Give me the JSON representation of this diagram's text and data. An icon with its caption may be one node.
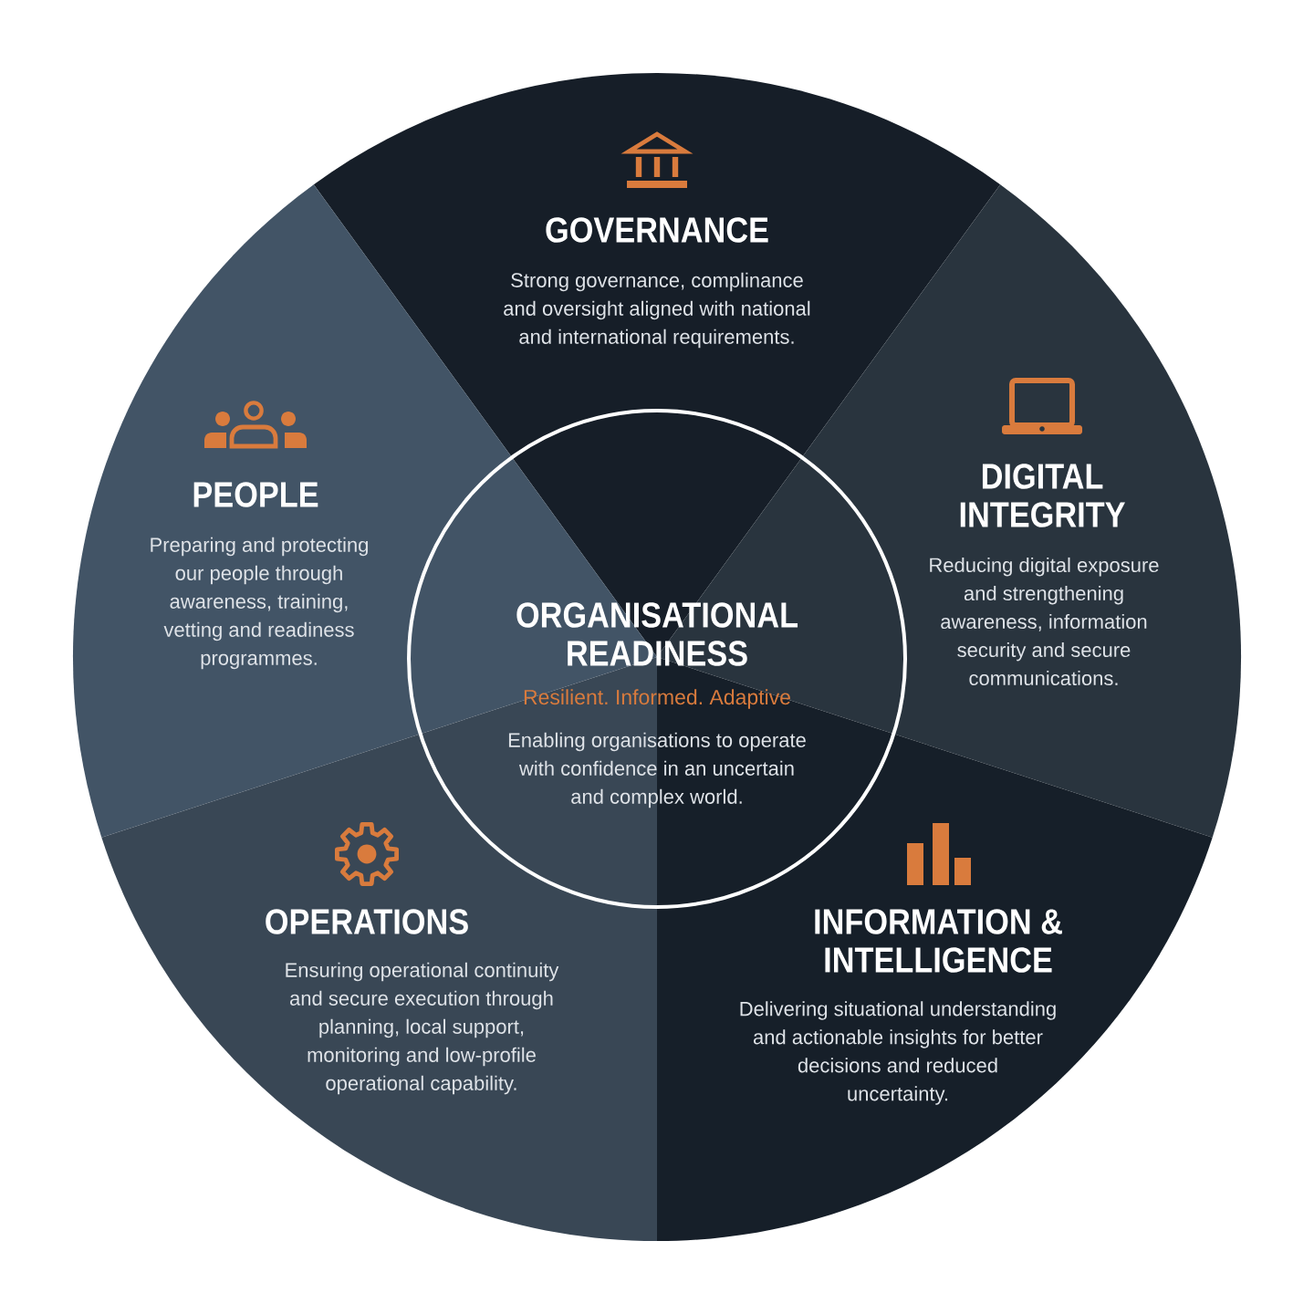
{
  "diagram": {
    "nodes": [
      {
        "text": [
          "GOVERNANCE",
          "Strong governance, complinance and oversight aligned with national and international requirements."
        ]
      },
      {
        "text": [
          "PEOPLE",
          "Preparing and protecting our people through awareness, training, vetting and readiness programmes."
        ]
      },
      {
        "text": [
          "DIGITAL INTEGRITY",
          "Reducing digital exposure and strengthening awareness, information security and secure communications."
        ]
      },
      {
        "text": [
          "ORGANISATIONAL READINESS",
          "Resilient. Informed. Adaptive",
          "Enabling organisations to operate with confidence in an uncertain and complex world."
        ]
      },
      {
        "text": [
          "OPERATIONS",
          "Ensuring operational continuity and secure execution through planning, local support, monitoring and low-profile operational capability."
        ]
      },
      {
        "text": [
          "INFORMATION & INTELLIGENCE",
          "Delivering situational understanding and actionable insights for better decisions and reduced uncertainty."
        ]
      }
    ]
  }
}
